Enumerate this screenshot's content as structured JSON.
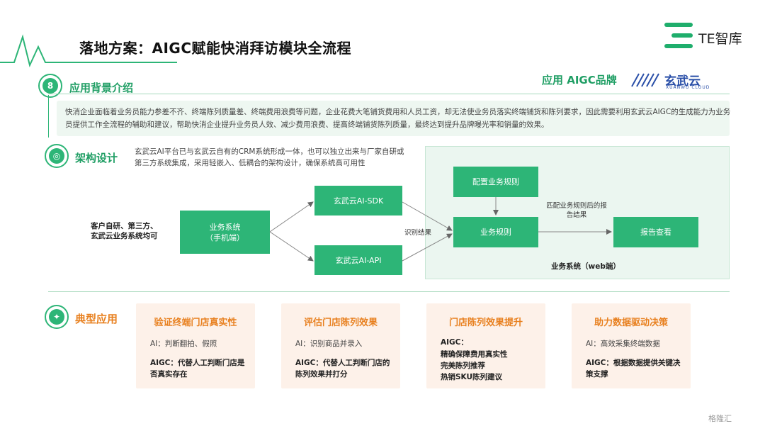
{
  "header": {
    "title": "落地方案：AIGC赋能快消拜访模块全流程",
    "brand_text": "TE智库"
  },
  "background": {
    "section_label": "应用背景介绍",
    "text": "快消企业面临着业务员能力参差不齐、终端陈列质量差、终端费用浪费等问题，企业花费大笔铺货费用和人员工资，却无法使业务员落实终端铺货和陈列要求，因此需要利用玄武云AIGC的生成能力为业务员提供工作全流程的辅助和建议，帮助快消企业提升业务员人效、减少费用浪费、提高终端铺货陈列质量，最终达到提升品牌曝光率和销量的效果。",
    "brand_label": "应用 AIGC品牌",
    "brand_logo_text": "玄武云",
    "brand_logo_sub": "XUANWU CLOUD"
  },
  "architecture": {
    "section_label": "架构设计",
    "description": "玄武云AI平台已与玄武云自有的CRM系统形成一体，也可以独立出来与厂家自研或第三方系统集成，采用轻嵌入、低耦合的架构设计，确保系统高可用性",
    "client_label_line1": "客户自研、第三方、",
    "client_label_line2": "玄武云业务系统均可",
    "mobile_box_line1": "业务系统",
    "mobile_box_line2": "（手机端）",
    "sdk_box": "玄武云AI-SDK",
    "api_box": "玄武云AI-API",
    "recognition_label": "识别结果",
    "config_box": "配置业务规则",
    "rules_box": "业务规则",
    "match_label_line1": "匹配业务规则后的报",
    "match_label_line2": "告结果",
    "report_box": "报告查看",
    "web_label": "业务系统（web端）"
  },
  "applications": {
    "section_label": "典型应用",
    "cards": [
      {
        "title": "验证终端门店真实性",
        "ai": "AI：判断翻拍、假照",
        "aigc": "AIGC：代替人工判断门店是否真实存在"
      },
      {
        "title": "评估门店陈列效果",
        "ai": "AI：识别商品并录入",
        "aigc": "AIGC：代替人工判断门店的陈列效果并打分"
      },
      {
        "title": "门店陈列效果提升",
        "ai": "AIGC：",
        "list": [
          "精确保障费用真实性",
          "完美陈列推荐",
          "热销SKU陈列建议"
        ]
      },
      {
        "title": "助力数据驱动决策",
        "ai": "AI：高效采集终端数据",
        "aigc": "AIGC：根据数据提供关键决策支撑"
      }
    ]
  },
  "watermark": "格隆汇",
  "colors": {
    "green": "#2db577",
    "dark_green": "#1f9e64",
    "orange": "#e8801f",
    "card_bg": "#fdf1e9"
  }
}
